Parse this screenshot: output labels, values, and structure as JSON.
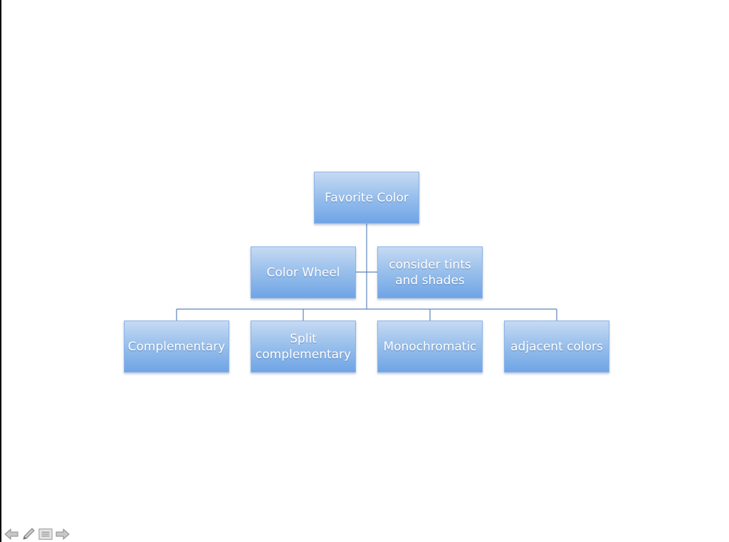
{
  "diagram": {
    "root": {
      "label": "Favorite Color"
    },
    "assistants": [
      {
        "label": "Color Wheel"
      },
      {
        "label": "consider tints and shades"
      }
    ],
    "children": [
      {
        "label": "Complementary"
      },
      {
        "label": "Split complementary"
      },
      {
        "label": "Monochromatic"
      },
      {
        "label": "adjacent colors"
      }
    ]
  },
  "style": {
    "node_color_top": "#c6daf3",
    "node_color_bottom": "#6fa4e6",
    "connector_color": "#5b84bd"
  },
  "nav_controls": [
    {
      "icon": "left-arrow-icon"
    },
    {
      "icon": "pen-icon"
    },
    {
      "icon": "menu-icon"
    },
    {
      "icon": "right-arrow-icon"
    }
  ]
}
